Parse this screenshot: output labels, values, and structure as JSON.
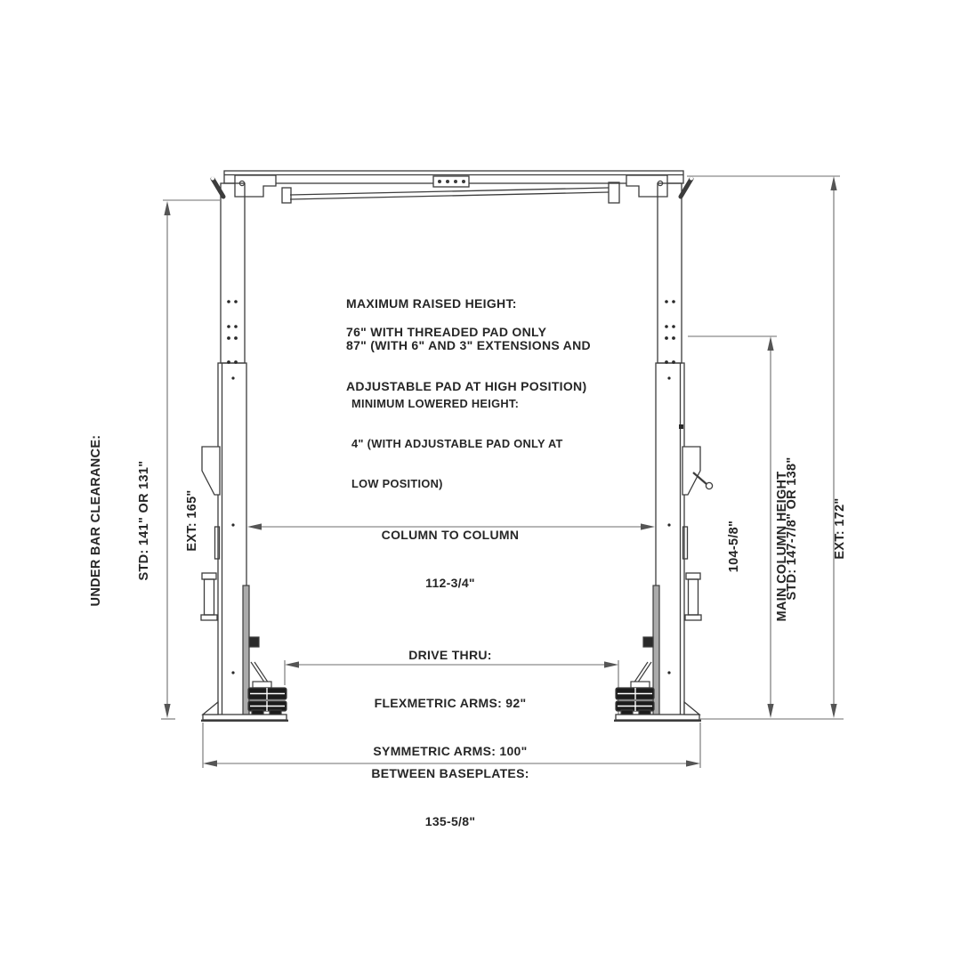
{
  "drawing_title": "two-post-lift-front-view-dimensions",
  "colors": {
    "structure_line": "#3c3c3c",
    "dimension_line": "#6e6e6e",
    "text": "#262626",
    "dark_fill": "#1c1c1c",
    "background": "#ffffff"
  },
  "labels": {
    "under_bar_clearance": {
      "line1": "UNDER BAR CLEARANCE:",
      "line2": "STD: 141\" OR 131\"",
      "line3": "EXT: 165\""
    },
    "max_raised_height": {
      "line1": "MAXIMUM RAISED HEIGHT:",
      "line2": "87\" (WITH 6\" AND 3\" EXTENSIONS AND",
      "line3": "ADJUSTABLE PAD AT HIGH POSITION)"
    },
    "threaded_pad_note": "76\" WITH THREADED PAD ONLY",
    "min_lowered_height": {
      "line1": "MINIMUM LOWERED HEIGHT:",
      "line2": "4\" (WITH ADJUSTABLE PAD ONLY AT",
      "line3": "LOW POSITION)"
    },
    "column_to_column": {
      "line1": "COLUMN TO COLUMN",
      "line2": "112-3/4\""
    },
    "main_column_height": {
      "line1": "104-5/8\"",
      "line2": "MAIN COLUMN HEIGHT"
    },
    "overall_column_height": {
      "line1": "STD: 147-7/8\" OR 138\"",
      "line2": "EXT: 172\""
    },
    "drive_thru": {
      "line1": "DRIVE THRU:",
      "line2": "FLEXMETRIC ARMS: 92\"",
      "line3": "SYMMETRIC ARMS: 100\""
    },
    "between_baseplates": {
      "line1": "BETWEEN BASEPLATES:",
      "line2": "135-5/8\""
    }
  }
}
